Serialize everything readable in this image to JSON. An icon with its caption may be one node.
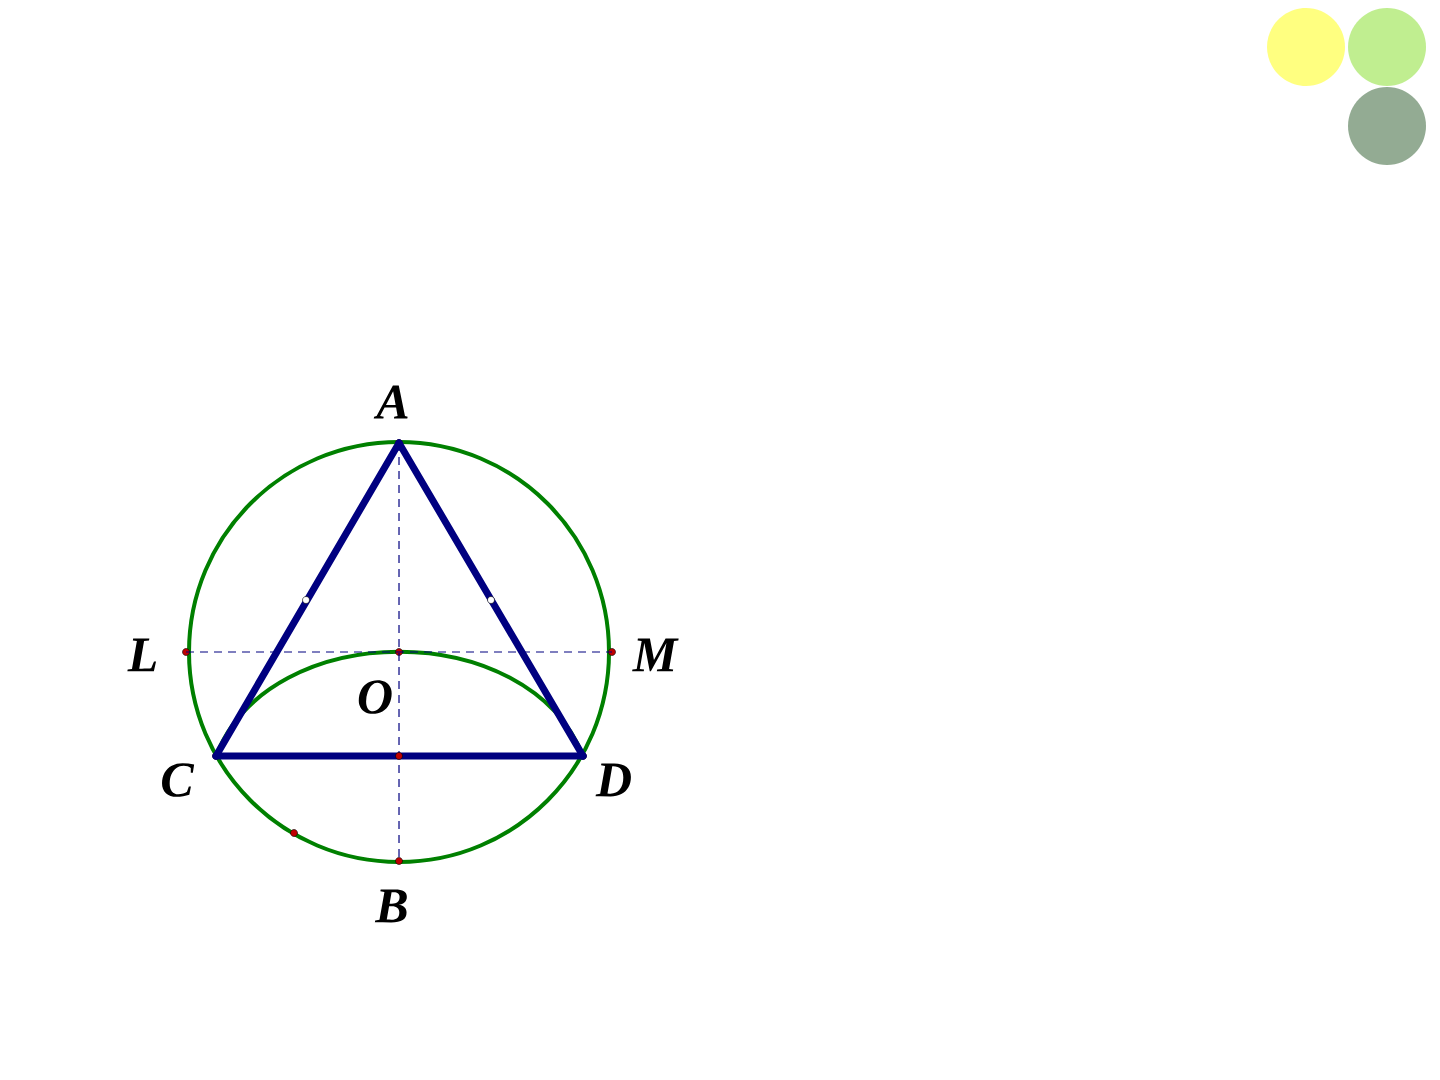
{
  "diagram": {
    "nodes": [
      {
        "text": [
          "A"
        ]
      },
      {
        "text": [
          "L"
        ]
      },
      {
        "text": [
          "M"
        ]
      },
      {
        "text": [
          "O"
        ]
      },
      {
        "text": [
          "C"
        ]
      },
      {
        "text": [
          "D"
        ]
      },
      {
        "text": [
          "B"
        ]
      }
    ],
    "edges": [
      {
        "from": 0,
        "to": 4,
        "arrow": "none"
      },
      {
        "from": 0,
        "to": 5,
        "arrow": "none"
      },
      {
        "from": 4,
        "to": 5,
        "arrow": "none"
      },
      {
        "from": 0,
        "to": 6,
        "arrow": "none",
        "style": "dashed"
      },
      {
        "from": 1,
        "to": 2,
        "arrow": "none",
        "style": "dashed"
      }
    ]
  }
}
